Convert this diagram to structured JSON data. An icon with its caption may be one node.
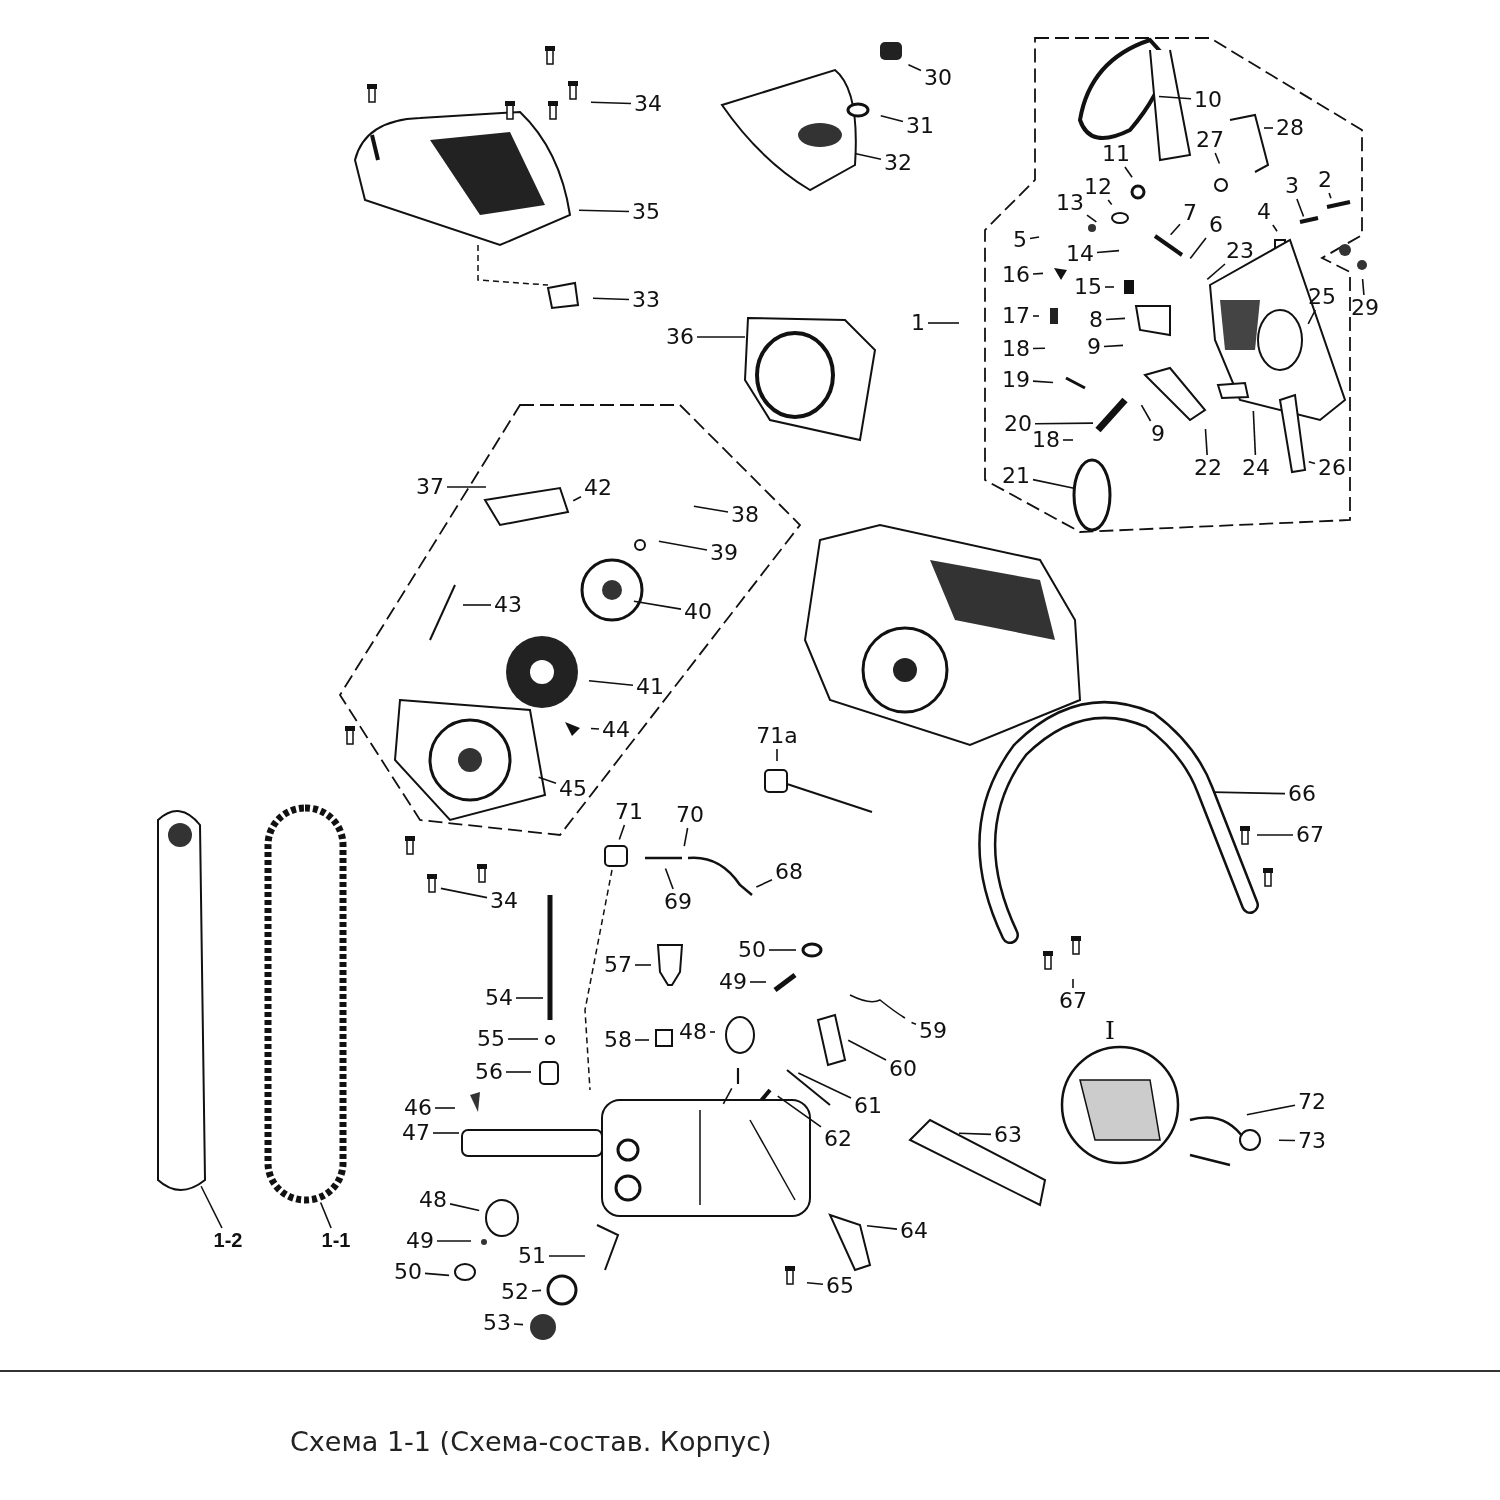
{
  "diagram": {
    "title": "Схема 1-1 (Схема-состав. Корпус)",
    "nodes": [
      {
        "text": [
          "30"
        ]
      },
      {
        "text": [
          "31"
        ]
      },
      {
        "text": [
          "32"
        ]
      },
      {
        "text": [
          "34"
        ]
      },
      {
        "text": [
          "35"
        ]
      },
      {
        "text": [
          "33"
        ]
      },
      {
        "text": [
          "36"
        ]
      },
      {
        "text": [
          "10"
        ]
      },
      {
        "text": [
          "28"
        ]
      },
      {
        "text": [
          "27"
        ]
      },
      {
        "text": [
          "11"
        ]
      },
      {
        "text": [
          "12"
        ]
      },
      {
        "text": [
          "13"
        ]
      },
      {
        "text": [
          "3"
        ]
      },
      {
        "text": [
          "2"
        ]
      },
      {
        "text": [
          "7"
        ]
      },
      {
        "text": [
          "6"
        ]
      },
      {
        "text": [
          "4"
        ]
      },
      {
        "text": [
          "5"
        ]
      },
      {
        "text": [
          "14"
        ]
      },
      {
        "text": [
          "23"
        ]
      },
      {
        "text": [
          "16"
        ]
      },
      {
        "text": [
          "15"
        ]
      },
      {
        "text": [
          "29"
        ]
      },
      {
        "text": [
          "25"
        ]
      },
      {
        "text": [
          "1"
        ]
      },
      {
        "text": [
          "17"
        ]
      },
      {
        "text": [
          "8"
        ]
      },
      {
        "text": [
          "18"
        ]
      },
      {
        "text": [
          "9"
        ]
      },
      {
        "text": [
          "19"
        ]
      },
      {
        "text": [
          "20"
        ]
      },
      {
        "text": [
          "9"
        ]
      },
      {
        "text": [
          "22"
        ]
      },
      {
        "text": [
          "24"
        ]
      },
      {
        "text": [
          "26"
        ]
      },
      {
        "text": [
          "18"
        ]
      },
      {
        "text": [
          "21"
        ]
      },
      {
        "text": [
          "37"
        ]
      },
      {
        "text": [
          "42"
        ]
      },
      {
        "text": [
          "38"
        ]
      },
      {
        "text": [
          "39"
        ]
      },
      {
        "text": [
          "43"
        ]
      },
      {
        "text": [
          "40"
        ]
      },
      {
        "text": [
          "41"
        ]
      },
      {
        "text": [
          "44"
        ]
      },
      {
        "text": [
          "45"
        ]
      },
      {
        "text": [
          "71a"
        ]
      },
      {
        "text": [
          "71"
        ]
      },
      {
        "text": [
          "70"
        ]
      },
      {
        "text": [
          "69"
        ]
      },
      {
        "text": [
          "68"
        ]
      },
      {
        "text": [
          "66"
        ]
      },
      {
        "text": [
          "67"
        ]
      },
      {
        "text": [
          "67"
        ]
      },
      {
        "text": [
          "34"
        ]
      },
      {
        "text": [
          "1-2"
        ]
      },
      {
        "text": [
          "1-1"
        ]
      },
      {
        "text": [
          "50"
        ]
      },
      {
        "text": [
          "57"
        ]
      },
      {
        "text": [
          "49"
        ]
      },
      {
        "text": [
          "54"
        ]
      },
      {
        "text": [
          "59"
        ]
      },
      {
        "text": [
          "55"
        ]
      },
      {
        "text": [
          "58"
        ]
      },
      {
        "text": [
          "48"
        ]
      },
      {
        "text": [
          "60"
        ]
      },
      {
        "text": [
          "56"
        ]
      },
      {
        "text": [
          "I"
        ]
      },
      {
        "text": [
          "61"
        ]
      },
      {
        "text": [
          "46"
        ]
      },
      {
        "text": [
          "72"
        ]
      },
      {
        "text": [
          "62"
        ]
      },
      {
        "text": [
          "47"
        ]
      },
      {
        "text": [
          "63"
        ]
      },
      {
        "text": [
          "73"
        ]
      },
      {
        "text": [
          "48"
        ]
      },
      {
        "text": [
          "64"
        ]
      },
      {
        "text": [
          "49"
        ]
      },
      {
        "text": [
          "51"
        ]
      },
      {
        "text": [
          "50"
        ]
      },
      {
        "text": [
          "52"
        ]
      },
      {
        "text": [
          "65"
        ]
      },
      {
        "text": [
          "53"
        ]
      }
    ],
    "edges": [
      {
        "from": 0,
        "to": null,
        "arrow": "none"
      },
      {
        "from": 1,
        "to": null,
        "arrow": "none"
      },
      {
        "from": 2,
        "to": null,
        "arrow": "none"
      },
      {
        "from": 3,
        "to": null,
        "arrow": "none"
      },
      {
        "from": 4,
        "to": null,
        "arrow": "none"
      },
      {
        "from": 5,
        "to": null,
        "arrow": "none"
      },
      {
        "from": 6,
        "to": null,
        "arrow": "none"
      },
      {
        "from": 7,
        "to": null,
        "arrow": "none"
      },
      {
        "from": 8,
        "to": null,
        "arrow": "none"
      },
      {
        "from": 9,
        "to": null,
        "arrow": "none"
      },
      {
        "from": 10,
        "to": null,
        "arrow": "none"
      },
      {
        "from": 11,
        "to": null,
        "arrow": "none"
      },
      {
        "from": 12,
        "to": null,
        "arrow": "none"
      },
      {
        "from": 13,
        "to": null,
        "arrow": "none"
      },
      {
        "from": 14,
        "to": null,
        "arrow": "none"
      },
      {
        "from": 15,
        "to": null,
        "arrow": "none"
      },
      {
        "from": 16,
        "to": null,
        "arrow": "none"
      },
      {
        "from": 17,
        "to": null,
        "arrow": "none"
      },
      {
        "from": 18,
        "to": null,
        "arrow": "none"
      },
      {
        "from": 19,
        "to": null,
        "arrow": "none"
      },
      {
        "from": 20,
        "to": null,
        "arrow": "none"
      },
      {
        "from": 21,
        "to": null,
        "arrow": "none"
      },
      {
        "from": 22,
        "to": null,
        "arrow": "none"
      },
      {
        "from": 23,
        "to": null,
        "arrow": "none"
      },
      {
        "from": 24,
        "to": null,
        "arrow": "none"
      },
      {
        "from": 25,
        "to": null,
        "arrow": "none"
      },
      {
        "from": 26,
        "to": null,
        "arrow": "none"
      },
      {
        "from": 27,
        "to": null,
        "arrow": "none"
      },
      {
        "from": 28,
        "to": null,
        "arrow": "none"
      },
      {
        "from": 29,
        "to": null,
        "arrow": "none"
      },
      {
        "from": 30,
        "to": null,
        "arrow": "none"
      },
      {
        "from": 31,
        "to": null,
        "arrow": "none"
      },
      {
        "from": 32,
        "to": null,
        "arrow": "none"
      },
      {
        "from": 33,
        "to": null,
        "arrow": "none"
      },
      {
        "from": 34,
        "to": null,
        "arrow": "none"
      },
      {
        "from": 35,
        "to": null,
        "arrow": "none"
      },
      {
        "from": 36,
        "to": null,
        "arrow": "none"
      },
      {
        "from": 37,
        "to": null,
        "arrow": "none"
      },
      {
        "from": 38,
        "to": null,
        "arrow": "none"
      },
      {
        "from": 39,
        "to": null,
        "arrow": "none"
      },
      {
        "from": 40,
        "to": null,
        "arrow": "none"
      },
      {
        "from": 41,
        "to": null,
        "arrow": "none"
      },
      {
        "from": 42,
        "to": null,
        "arrow": "none"
      },
      {
        "from": 43,
        "to": null,
        "arrow": "none"
      },
      {
        "from": 44,
        "to": null,
        "arrow": "none"
      },
      {
        "from": 45,
        "to": null,
        "arrow": "none"
      },
      {
        "from": 46,
        "to": null,
        "arrow": "none"
      },
      {
        "from": 47,
        "to": null,
        "arrow": "none"
      },
      {
        "from": 48,
        "to": null,
        "arrow": "none"
      },
      {
        "from": 49,
        "to": null,
        "arrow": "none"
      },
      {
        "from": 50,
        "to": null,
        "arrow": "none"
      },
      {
        "from": 51,
        "to": null,
        "arrow": "none"
      },
      {
        "from": 52,
        "to": null,
        "arrow": "none"
      },
      {
        "from": 53,
        "to": null,
        "arrow": "none"
      },
      {
        "from": 54,
        "to": null,
        "arrow": "none"
      },
      {
        "from": 55,
        "to": null,
        "arrow": "none"
      },
      {
        "from": 56,
        "to": null,
        "arrow": "none"
      },
      {
        "from": 57,
        "to": null,
        "arrow": "none"
      },
      {
        "from": 58,
        "to": null,
        "arrow": "none"
      },
      {
        "from": 59,
        "to": null,
        "arrow": "none"
      },
      {
        "from": 60,
        "to": null,
        "arrow": "none"
      },
      {
        "from": 61,
        "to": null,
        "arrow": "none"
      },
      {
        "from": 62,
        "to": null,
        "arrow": "none"
      },
      {
        "from": 63,
        "to": null,
        "arrow": "none"
      },
      {
        "from": 64,
        "to": null,
        "arrow": "none"
      },
      {
        "from": 65,
        "to": null,
        "arrow": "none"
      },
      {
        "from": 66,
        "to": null,
        "arrow": "none"
      },
      {
        "from": 67,
        "to": null,
        "arrow": "none"
      },
      {
        "from": 68,
        "to": null,
        "arrow": "none"
      },
      {
        "from": 69,
        "to": null,
        "arrow": "none"
      },
      {
        "from": 70,
        "to": null,
        "arrow": "none"
      },
      {
        "from": 71,
        "to": null,
        "arrow": "none"
      },
      {
        "from": 72,
        "to": null,
        "arrow": "none"
      },
      {
        "from": 73,
        "to": null,
        "arrow": "none"
      },
      {
        "from": 74,
        "to": null,
        "arrow": "none"
      },
      {
        "from": 75,
        "to": null,
        "arrow": "none"
      },
      {
        "from": 76,
        "to": null,
        "arrow": "none"
      },
      {
        "from": 77,
        "to": null,
        "arrow": "none"
      },
      {
        "from": 78,
        "to": null,
        "arrow": "none"
      },
      {
        "from": 79,
        "to": null,
        "arrow": "none"
      },
      {
        "from": 80,
        "to": null,
        "arrow": "none"
      },
      {
        "from": 81,
        "to": null,
        "arrow": "none"
      },
      {
        "from": 82,
        "to": null,
        "arrow": "none"
      },
      {
        "from": 83,
        "to": null,
        "arrow": "none"
      }
    ],
    "labels": [
      "I"
    ]
  }
}
